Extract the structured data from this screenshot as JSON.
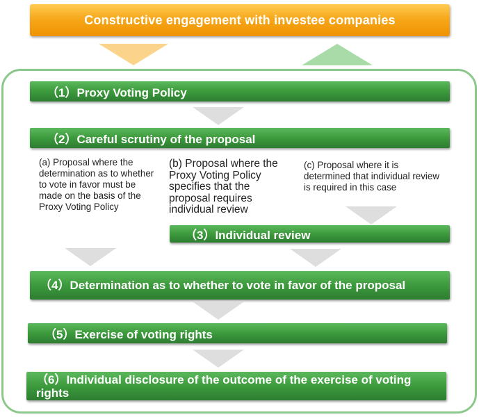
{
  "header": {
    "title": "Constructive engagement with investee companies"
  },
  "steps": {
    "s1": "（1）Proxy Voting Policy",
    "s2": "（2）Careful scrutiny of the proposal",
    "s3": "（3）Individual review",
    "s4": "（4）Determination as to whether to vote in favor of the proposal",
    "s5": "（5）Exercise of voting rights",
    "s6": "（6）Individual disclosure of the outcome of the exercise of voting rights"
  },
  "cases": {
    "a": "(a) Proposal where the determination as to whether to vote in favor must be made on the basis of the Proxy Voting Policy",
    "b": "(b) Proposal where the Proxy Voting Policy specifies that the proposal requires individual review",
    "c": "(c) Proposal where it is determined that individual review is required in this case"
  },
  "colors": {
    "header_orange": "#f7a81b",
    "arrow_orange": "#fbd38a",
    "arrow_green": "#a9dba9",
    "step_green": "#3c9a3c",
    "frame_green": "#8cc88c",
    "connector_grey": "#dedede"
  }
}
